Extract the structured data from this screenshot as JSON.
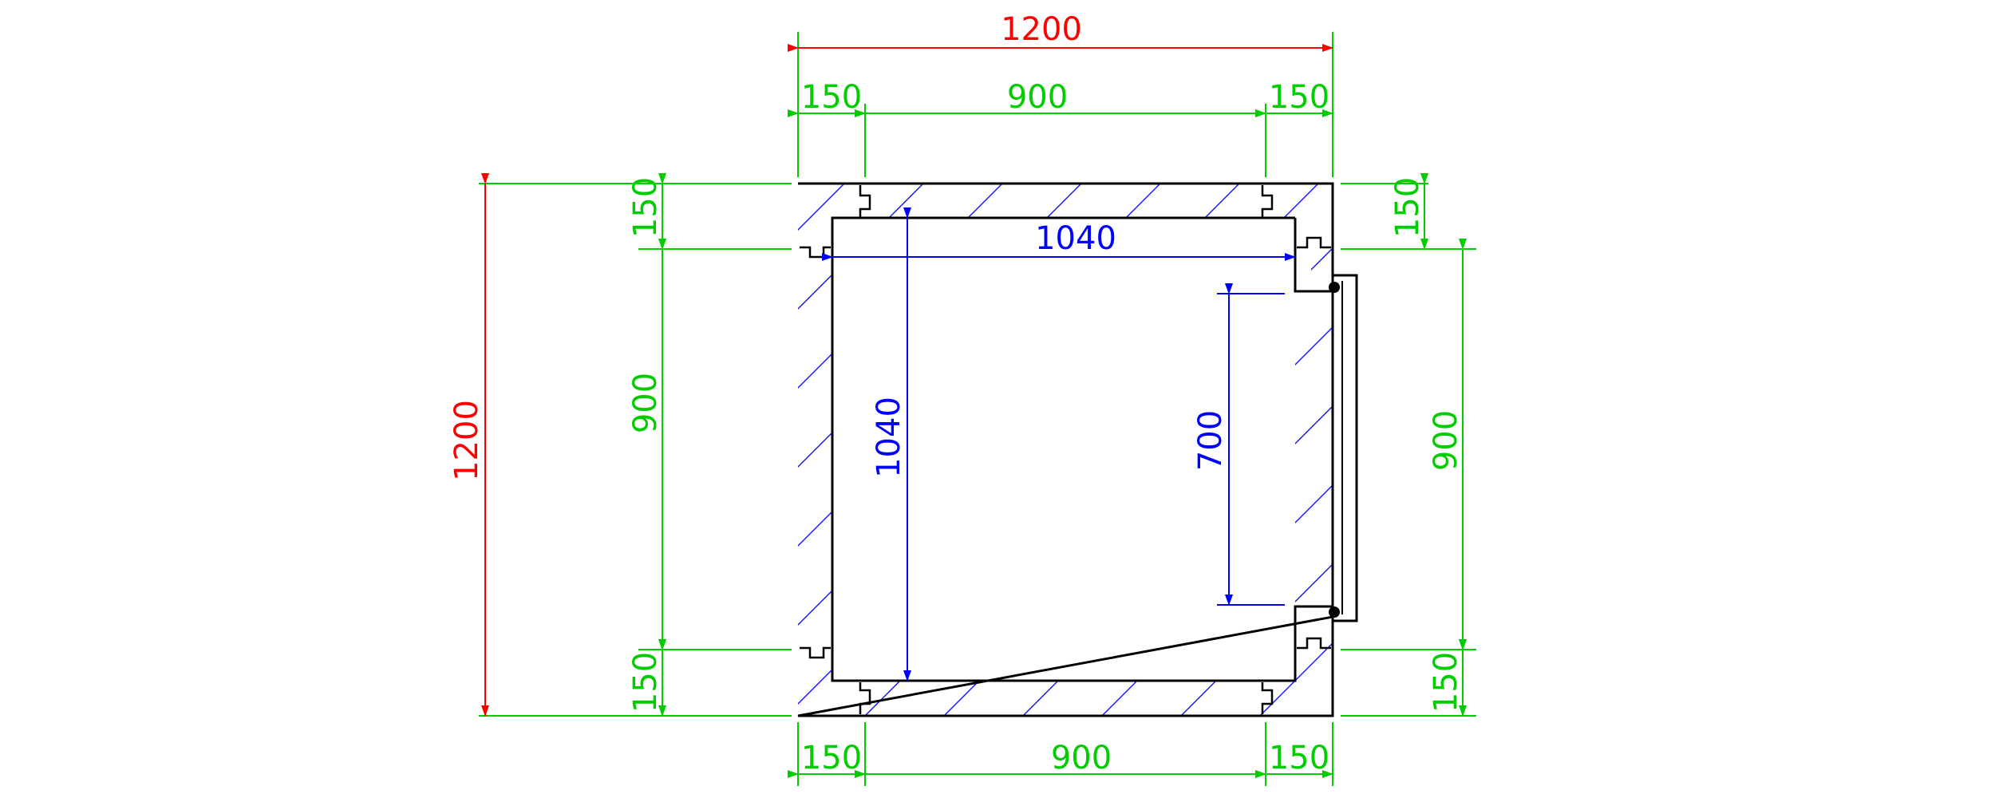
{
  "colors": {
    "overall": "#ff0000",
    "module": "#00cc00",
    "inner": "#0000ff",
    "outline": "#000000",
    "hatch": "#1a1aff"
  },
  "dimensions": {
    "top_overall": "1200",
    "top_left": "150",
    "top_mid": "900",
    "top_right": "150",
    "bottom_left": "150",
    "bottom_mid": "900",
    "bottom_right": "150",
    "left_overall": "1200",
    "left_top": "150",
    "left_mid": "900",
    "left_bottom": "150",
    "right_top": "150",
    "right_mid": "900",
    "right_bottom": "150",
    "inner_width": "1040",
    "inner_height": "1040",
    "door_opening": "700"
  }
}
